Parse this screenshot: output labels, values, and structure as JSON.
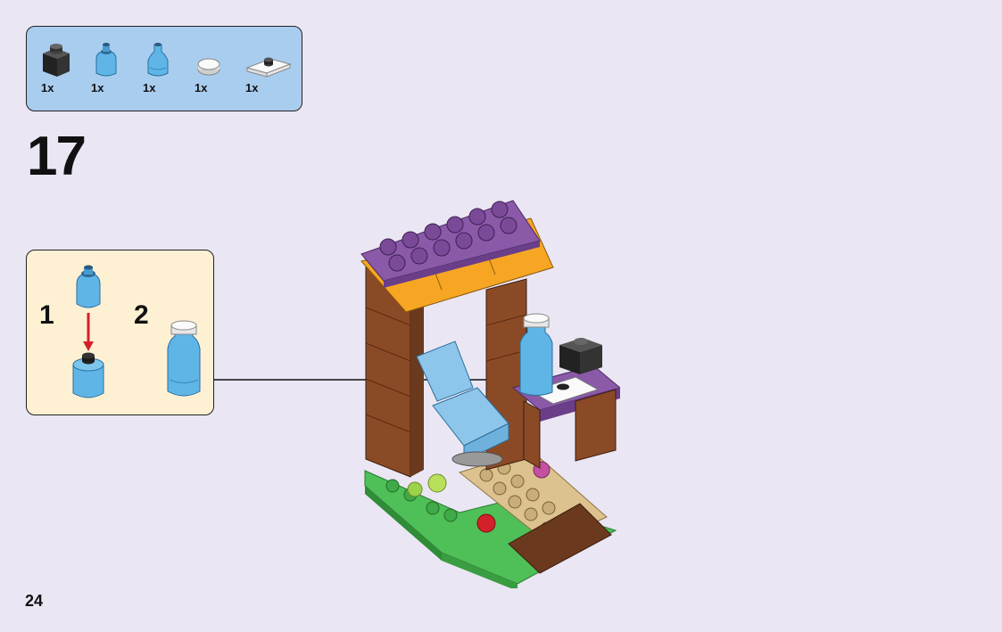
{
  "parts_list": [
    {
      "icon": "black-brick-1x1-icon",
      "quantity": "1x"
    },
    {
      "icon": "trans-blue-cone-icon",
      "quantity": "1x"
    },
    {
      "icon": "trans-blue-bottle-icon",
      "quantity": "1x"
    },
    {
      "icon": "white-round-tile-icon",
      "quantity": "1x"
    },
    {
      "icon": "white-plate-with-stud-icon",
      "quantity": "1x"
    }
  ],
  "step": {
    "number": "17"
  },
  "sub_steps": [
    {
      "number": "1"
    },
    {
      "number": "2"
    }
  ],
  "page": {
    "number": "24"
  },
  "colors": {
    "background": "#ebe6f3",
    "parts_box": "#a9cdef",
    "sub_box": "#fdf0d3",
    "purple": "#8a5aa8",
    "orange": "#f6a623",
    "brown": "#7a3d1e",
    "green": "#4fbf57",
    "tan": "#dcc28f",
    "trans_blue": "#5fb6e6",
    "arrow_red": "#d3202a"
  }
}
